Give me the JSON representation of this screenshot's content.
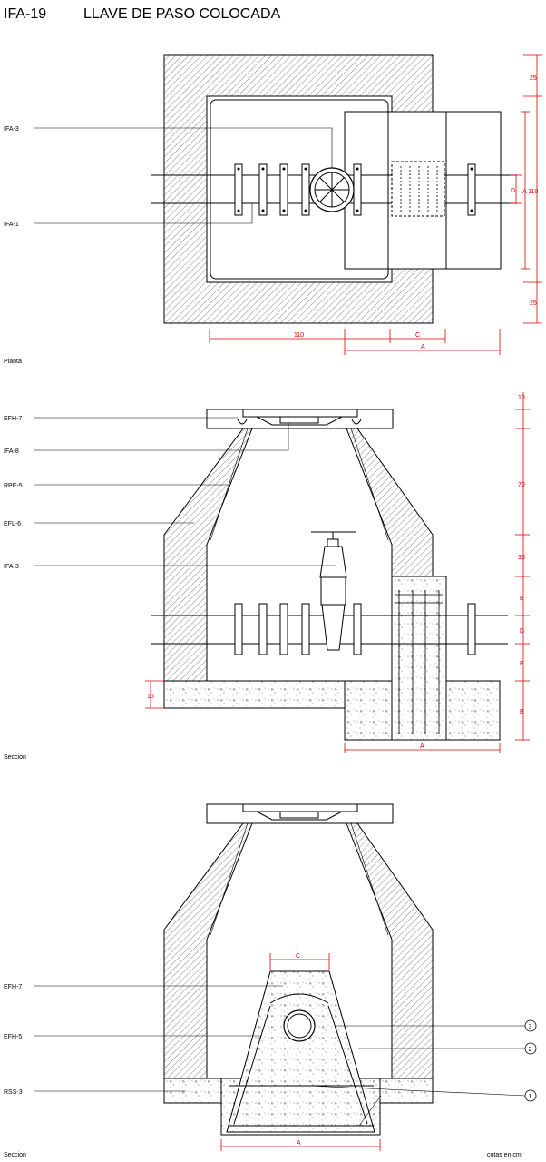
{
  "header": {
    "code": "IFA-19",
    "title": "LLAVE DE PASO COLOCADA"
  },
  "plan": {
    "caption": "Planta",
    "labels": [
      "IFA-3",
      "IFA-1"
    ],
    "dims": {
      "top": "25",
      "bottom": "25",
      "width": "110",
      "side": "A 110",
      "d": "D",
      "c": "C",
      "a": "A"
    }
  },
  "section1": {
    "caption": "Seccion",
    "labels": [
      "EFH-7",
      "IFA-8",
      "RPE-5",
      "EFL-6",
      "IFA-3"
    ],
    "dims": {
      "top": "10",
      "cone": "70",
      "neck": "30",
      "e1": "E",
      "d": "D",
      "e2": "E",
      "b": "B",
      "slab": "15",
      "a": "A"
    }
  },
  "section2": {
    "caption": "Seccion",
    "labels": [
      "EFH-7",
      "EFH-5",
      "RSS-3"
    ],
    "markers": [
      "3",
      "2",
      "1"
    ],
    "dims": {
      "c": "C",
      "a": "A"
    },
    "units": "cotas en cm"
  }
}
